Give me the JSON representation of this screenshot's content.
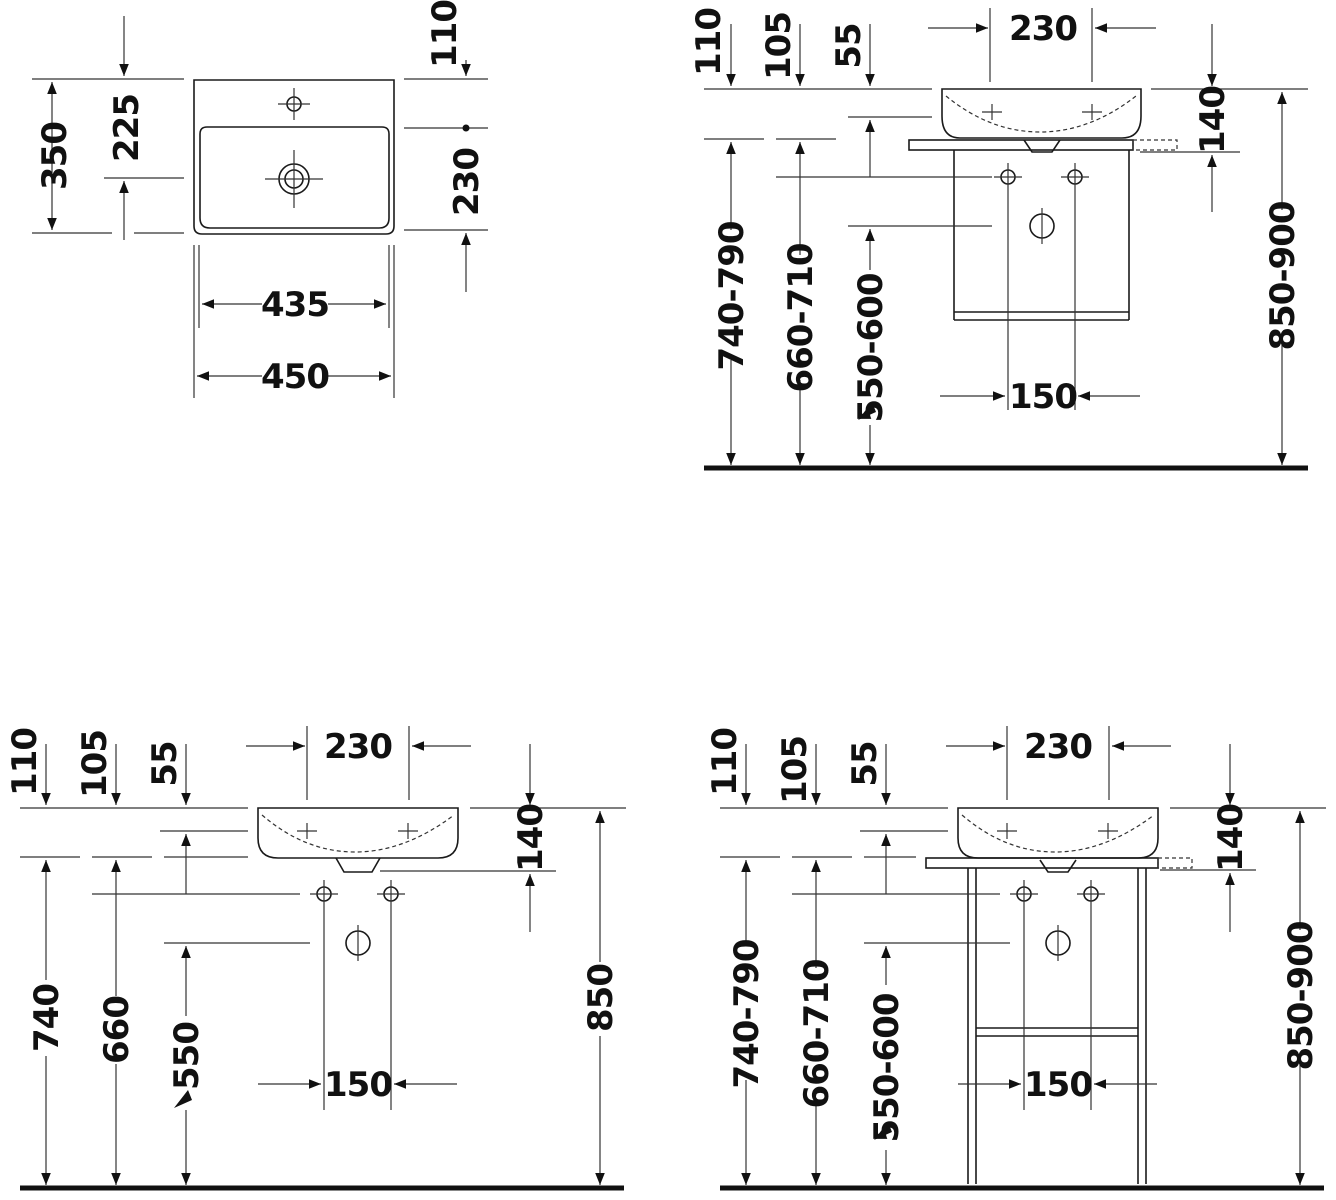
{
  "views": {
    "top": {
      "w_outer": "450",
      "w_inner": "435",
      "d_total": "350",
      "d_tap": "225",
      "d_top": "110",
      "d_bowl": "230"
    },
    "side_a": {
      "w_230": "230",
      "h_110": "110",
      "h_105": "105",
      "h_55": "55",
      "h_140": "140",
      "h_850": "850-900",
      "h_740": "740-790",
      "h_660": "660-710",
      "h_550": "550-600",
      "w_150": "150"
    },
    "side_b": {
      "w_230": "230",
      "h_110": "110",
      "h_105": "105",
      "h_55": "55",
      "h_140": "140",
      "h_850": "850",
      "h_740": "740",
      "h_660": "660",
      "h_550": "550",
      "w_150": "150"
    },
    "side_c": {
      "w_230": "230",
      "h_110": "110",
      "h_105": "105",
      "h_55": "55",
      "h_140": "140",
      "h_850": "850-900",
      "h_740": "740-790",
      "h_660": "660-710",
      "h_550": "550-600",
      "w_150": "150"
    }
  }
}
